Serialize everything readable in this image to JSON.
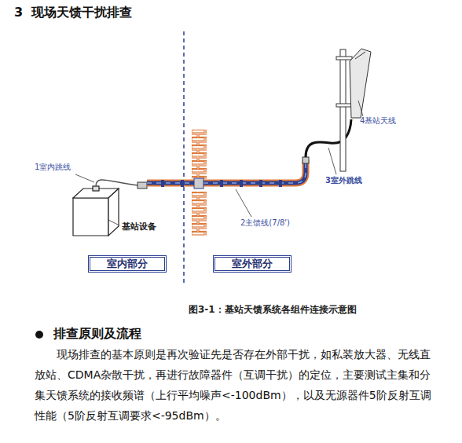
{
  "diagram": {
    "title": "3  现场天馈干扰排查",
    "caption": "图3-1：基站天馈系统各组件连接示意图",
    "nodes": [
      {
        "text": [
          "室内部分"
        ]
      },
      {
        "text": [
          "室外部分"
        ]
      }
    ],
    "labels": [
      "1室内跳线",
      "基站设备",
      "2主馈线(7/8')",
      "3室外跳线",
      "4基站天线",
      "排查原则及流程",
      "现场排查的基本原则是再次验证先是否存在外部干扰，如私装放大器、无线直放站、CDMA杂散干扰，再进行故障器件（互调干扰）的定位，主要测试主集和分集天馈系统的接收频谱（上行平均噪声<-100dBm），以及无源器件5阶反射互调性能（5阶反射互调要求<-95dBm）。"
    ]
  }
}
